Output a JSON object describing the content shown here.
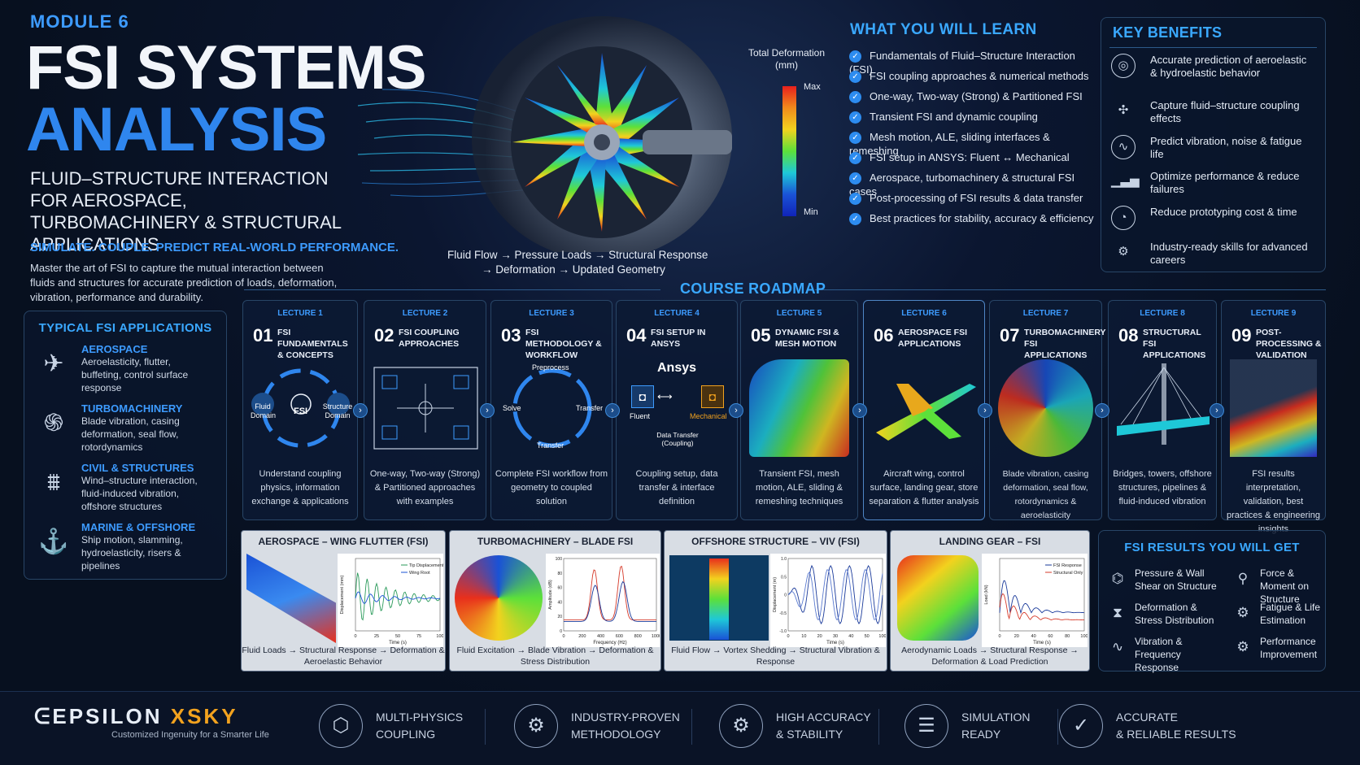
{
  "header": {
    "module": "MODULE 6",
    "title1": "FSI SYSTEMS",
    "title2": "ANALYSIS",
    "subtitle": "FLUID–STRUCTURE INTERACTION FOR AEROSPACE, TURBOMACHINERY & STRUCTURAL APPLICATIONS",
    "tagline": "SIMULATE. COUPLE. PREDICT REAL-WORLD PERFORMANCE.",
    "intro": "Master the art of FSI to capture the mutual interaction between fluids and structures for accurate prediction of loads, deformation, vibration, performance and durability."
  },
  "hero": {
    "legend_title": "Total Deformation (mm)",
    "legend_max": "Max",
    "legend_min": "Min",
    "flow_line1": "Fluid Flow → Pressure Loads → Structural Response",
    "flow_line2": "→ Deformation → Updated Geometry"
  },
  "learn": {
    "title": "WHAT YOU WILL LEARN",
    "items": [
      "Fundamentals of Fluid–Structure Interaction (FSI)",
      "FSI coupling approaches & numerical methods",
      "One-way, Two-way (Strong) & Partitioned FSI",
      "Transient FSI and dynamic coupling",
      "Mesh motion, ALE, sliding interfaces & remeshing",
      "FSI setup in ANSYS: Fluent ↔ Mechanical",
      "Aerospace, turbomachinery & structural FSI cases",
      "Post-processing of FSI results & data transfer",
      "Best practices for stability, accuracy & efficiency"
    ]
  },
  "benefits": {
    "title": "KEY BENEFITS",
    "items": [
      {
        "icon": "target-icon",
        "text": "Accurate prediction of aeroelastic & hydroelastic behavior"
      },
      {
        "icon": "fan-icon",
        "text": "Capture fluid–structure coupling effects"
      },
      {
        "icon": "vibration-icon",
        "text": "Predict vibration, noise & fatigue life"
      },
      {
        "icon": "chart-up-icon",
        "text": "Optimize performance & reduce failures"
      },
      {
        "icon": "clock-icon",
        "text": "Reduce prototyping cost & time"
      },
      {
        "icon": "gear-icon",
        "text": "Industry-ready skills for advanced careers"
      }
    ]
  },
  "applications": {
    "title": "TYPICAL FSI APPLICATIONS",
    "items": [
      {
        "icon": "airplane-icon",
        "name": "AEROSPACE",
        "desc": "Aeroelasticity, flutter, buffeting, control surface response"
      },
      {
        "icon": "turbine-icon",
        "name": "TURBOMACHINERY",
        "desc": "Blade vibration, casing deformation, seal flow, rotordynamics"
      },
      {
        "icon": "bridge-icon",
        "name": "CIVIL & STRUCTURES",
        "desc": "Wind–structure interaction, fluid-induced vibration, offshore structures"
      },
      {
        "icon": "helicopter-icon",
        "name": "MARINE & OFFSHORE",
        "desc": "Ship motion, slamming, hydroelasticity, risers & pipelines"
      }
    ]
  },
  "roadmap": {
    "title": "COURSE ROADMAP",
    "lectures": [
      {
        "lec": "LECTURE 1",
        "num": "01",
        "title": "FSI FUNDAMENTALS & CONCEPTS",
        "desc": "Understand coupling physics, information exchange & applications"
      },
      {
        "lec": "LECTURE 2",
        "num": "02",
        "title": "FSI COUPLING APPROACHES",
        "desc": "One-way, Two-way (Strong) & Partitioned approaches with examples"
      },
      {
        "lec": "LECTURE 3",
        "num": "03",
        "title": "FSI METHODOLOGY & WORKFLOW",
        "desc": "Complete FSI workflow from geometry to coupled solution"
      },
      {
        "lec": "LECTURE 4",
        "num": "04",
        "title": "FSI SETUP IN ANSYS",
        "desc": "Coupling setup, data transfer & interface definition"
      },
      {
        "lec": "LECTURE 5",
        "num": "05",
        "title": "DYNAMIC FSI & MESH MOTION",
        "desc": "Transient FSI, mesh motion, ALE, sliding & remeshing techniques"
      },
      {
        "lec": "LECTURE 6",
        "num": "06",
        "title": "AEROSPACE FSI APPLICATIONS",
        "desc": "Aircraft wing, control surface, landing gear, store separation & flutter analysis"
      },
      {
        "lec": "LECTURE 7",
        "num": "07",
        "title": "TURBOMACHINERY FSI APPLICATIONS",
        "desc": "Blade vibration, casing deformation, seal flow, rotordynamics & aeroelasticity"
      },
      {
        "lec": "LECTURE 8",
        "num": "08",
        "title": "STRUCTURAL FSI APPLICATIONS",
        "desc": "Bridges, towers, offshore structures, pipelines & fluid-induced vibration"
      },
      {
        "lec": "LECTURE 9",
        "num": "09",
        "title": "POST-PROCESSING & VALIDATION",
        "desc": "FSI results interpretation, validation, best practices & engineering insights"
      }
    ],
    "l1": {
      "fluid": "Fluid Domain",
      "fsi": "FSI",
      "structure": "Structure Domain"
    },
    "l3": {
      "preprocess": "Preprocess",
      "solve": "Solve",
      "transfer_r": "Transfer",
      "transfer_b": "Transfer"
    },
    "l4": {
      "brand": "Ansys",
      "fluent": "Fluent",
      "mechanical": "Mechanical",
      "transfer": "Data Transfer (Coupling)"
    }
  },
  "cases": [
    {
      "title": "AEROSPACE – WING FLUTTER (FSI)",
      "ylabel": "Displacement (mm)",
      "xlabel": "Time (s)",
      "legend": [
        "Tip Displacement",
        "Wing Root"
      ],
      "caption": "Fluid Loads → Structural Response → Deformation & Aeroelastic Behavior",
      "xticks": [
        "0",
        "25",
        "50",
        "75",
        "100"
      ]
    },
    {
      "title": "TURBOMACHINERY – BLADE FSI",
      "ylabel": "Amplitude (dB)",
      "xlabel": "Frequency (Hz)",
      "caption": "Fluid Excitation → Blade Vibration → Deformation & Stress Distribution",
      "xticks": [
        "0",
        "200",
        "400",
        "600",
        "800",
        "1000"
      ],
      "yticks": [
        "100",
        "80",
        "60",
        "40",
        "20",
        "0"
      ]
    },
    {
      "title": "OFFSHORE STRUCTURE – VIV (FSI)",
      "ylabel": "Displacement (m)",
      "xlabel": "Time (s)",
      "caption": "Fluid Flow → Vortex Shedding → Structural Vibration & Response",
      "xticks": [
        "0",
        "10",
        "20",
        "30",
        "40",
        "50",
        "100"
      ],
      "yticks": [
        "1.0",
        "0.5",
        "0",
        "-0.5",
        "-1.0"
      ]
    },
    {
      "title": "LANDING GEAR – FSI",
      "ylabel": "Load (kN)",
      "xlabel": "Time (s)",
      "legend": [
        "FSI Response",
        "Structural Only"
      ],
      "caption": "Aerodynamic Loads → Structural Response → Deformation & Load Prediction",
      "xticks": [
        "0",
        "20",
        "40",
        "60",
        "80",
        "100"
      ]
    }
  ],
  "results": {
    "title": "FSI RESULTS YOU WILL GET",
    "items": [
      {
        "icon": "pressure-icon",
        "text": "Pressure & Wall Shear on Structure"
      },
      {
        "icon": "force-icon",
        "text": "Force & Moment on Structure"
      },
      {
        "icon": "stress-icon",
        "text": "Deformation & Stress Distribution"
      },
      {
        "icon": "fatigue-icon",
        "text": "Fatigue & Life Estimation"
      },
      {
        "icon": "wave-icon",
        "text": "Vibration & Frequency Response"
      },
      {
        "icon": "performance-icon",
        "text": "Performance Improvement"
      }
    ]
  },
  "footer": {
    "brand1": "EPSILON",
    "brand2": "XSKY",
    "slogan": "Customized Ingenuity for a Smarter Life",
    "items": [
      {
        "icon": "cube-icon",
        "line1": "MULTI-PHYSICS",
        "line2": "COUPLING"
      },
      {
        "icon": "gear-icon",
        "line1": "INDUSTRY-PROVEN",
        "line2": "METHODOLOGY"
      },
      {
        "icon": "gear-check-icon",
        "line1": "HIGH ACCURACY",
        "line2": "& STABILITY"
      },
      {
        "icon": "sliders-icon",
        "line1": "SIMULATION",
        "line2": "READY"
      },
      {
        "icon": "check-icon",
        "line1": "ACCURATE",
        "line2": "& RELIABLE RESULTS"
      }
    ]
  },
  "colors": {
    "accent": "#3d9bff",
    "bg": "#07101f"
  }
}
